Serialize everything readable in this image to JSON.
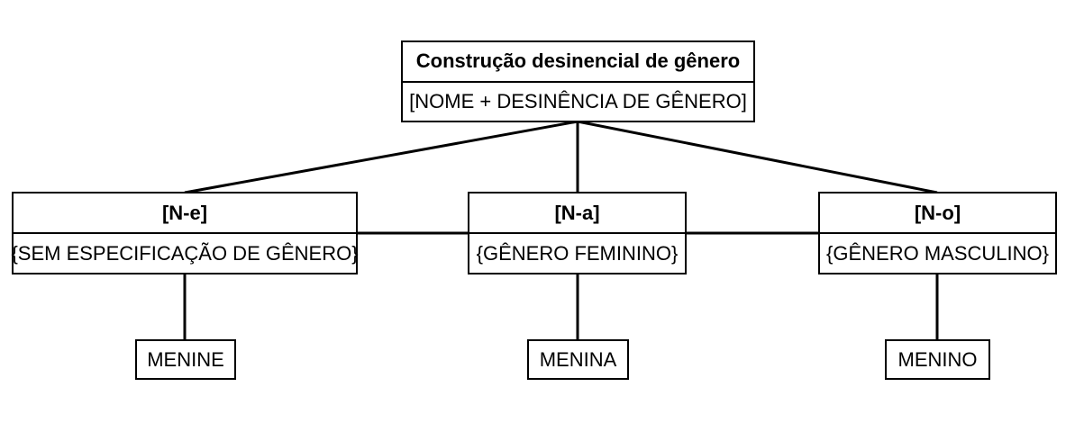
{
  "root": {
    "title": "Construção desinencial de gênero",
    "formula": "[NOME + DESINÊNCIA DE GÊNERO]"
  },
  "branches": [
    {
      "form": "[N-e]",
      "feature": "{SEM ESPECIFICAÇÃO DE GÊNERO}",
      "example": "MENINE"
    },
    {
      "form": "[N-a]",
      "feature": "{GÊNERO FEMININO}",
      "example": "MENINA"
    },
    {
      "form": "[N-o]",
      "feature": "{GÊNERO MASCULINO}",
      "example": "MENINO"
    }
  ],
  "colors": {
    "line": "#000000",
    "box_border": "#000000",
    "background": "#ffffff"
  }
}
